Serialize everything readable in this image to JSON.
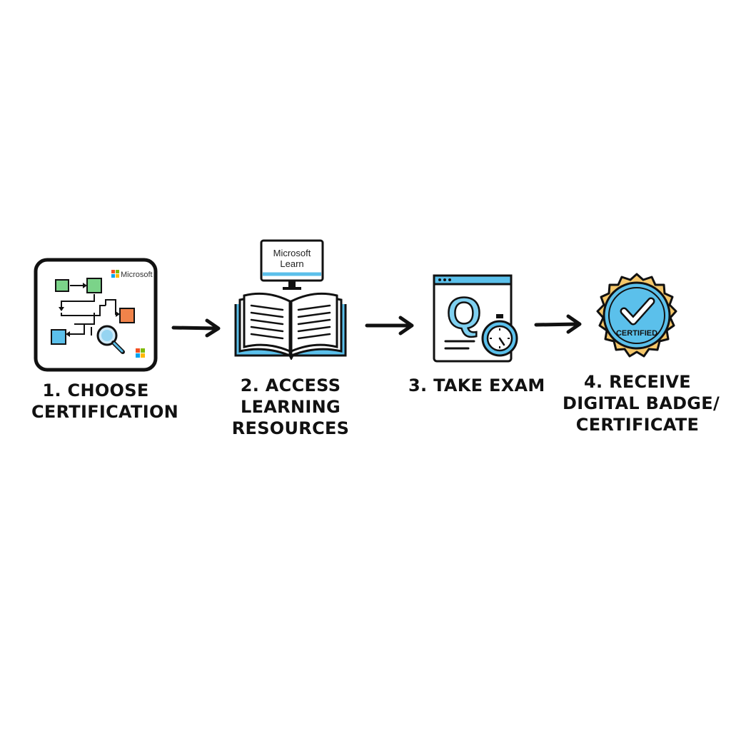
{
  "colors": {
    "ink": "#111111",
    "accent_blue": "#5bc0eb",
    "accent_green": "#7bd389",
    "accent_orange": "#f0834a",
    "badge_gold": "#f5c76a"
  },
  "steps": [
    {
      "lines": [
        "1. CHOOSE",
        "CERTIFICATION"
      ],
      "icon": "certification-path-icon",
      "logo_text": "Microsoft"
    },
    {
      "lines": [
        "2. ACCESS",
        "LEARNING",
        "RESOURCES"
      ],
      "icon": "open-book-icon",
      "monitor_line1": "Microsoft",
      "monitor_line2": "Learn"
    },
    {
      "lines": [
        "3. TAKE EXAM"
      ],
      "icon": "exam-window-icon",
      "exam_letter": "Q"
    },
    {
      "lines": [
        "4. RECEIVE",
        "DIGITAL BADGE/",
        "CERTIFICATE"
      ],
      "icon": "certified-badge-icon",
      "badge_text": "CERTIFIED"
    }
  ],
  "arrows": [
    "arrow-right-icon",
    "arrow-right-icon",
    "arrow-right-icon"
  ]
}
